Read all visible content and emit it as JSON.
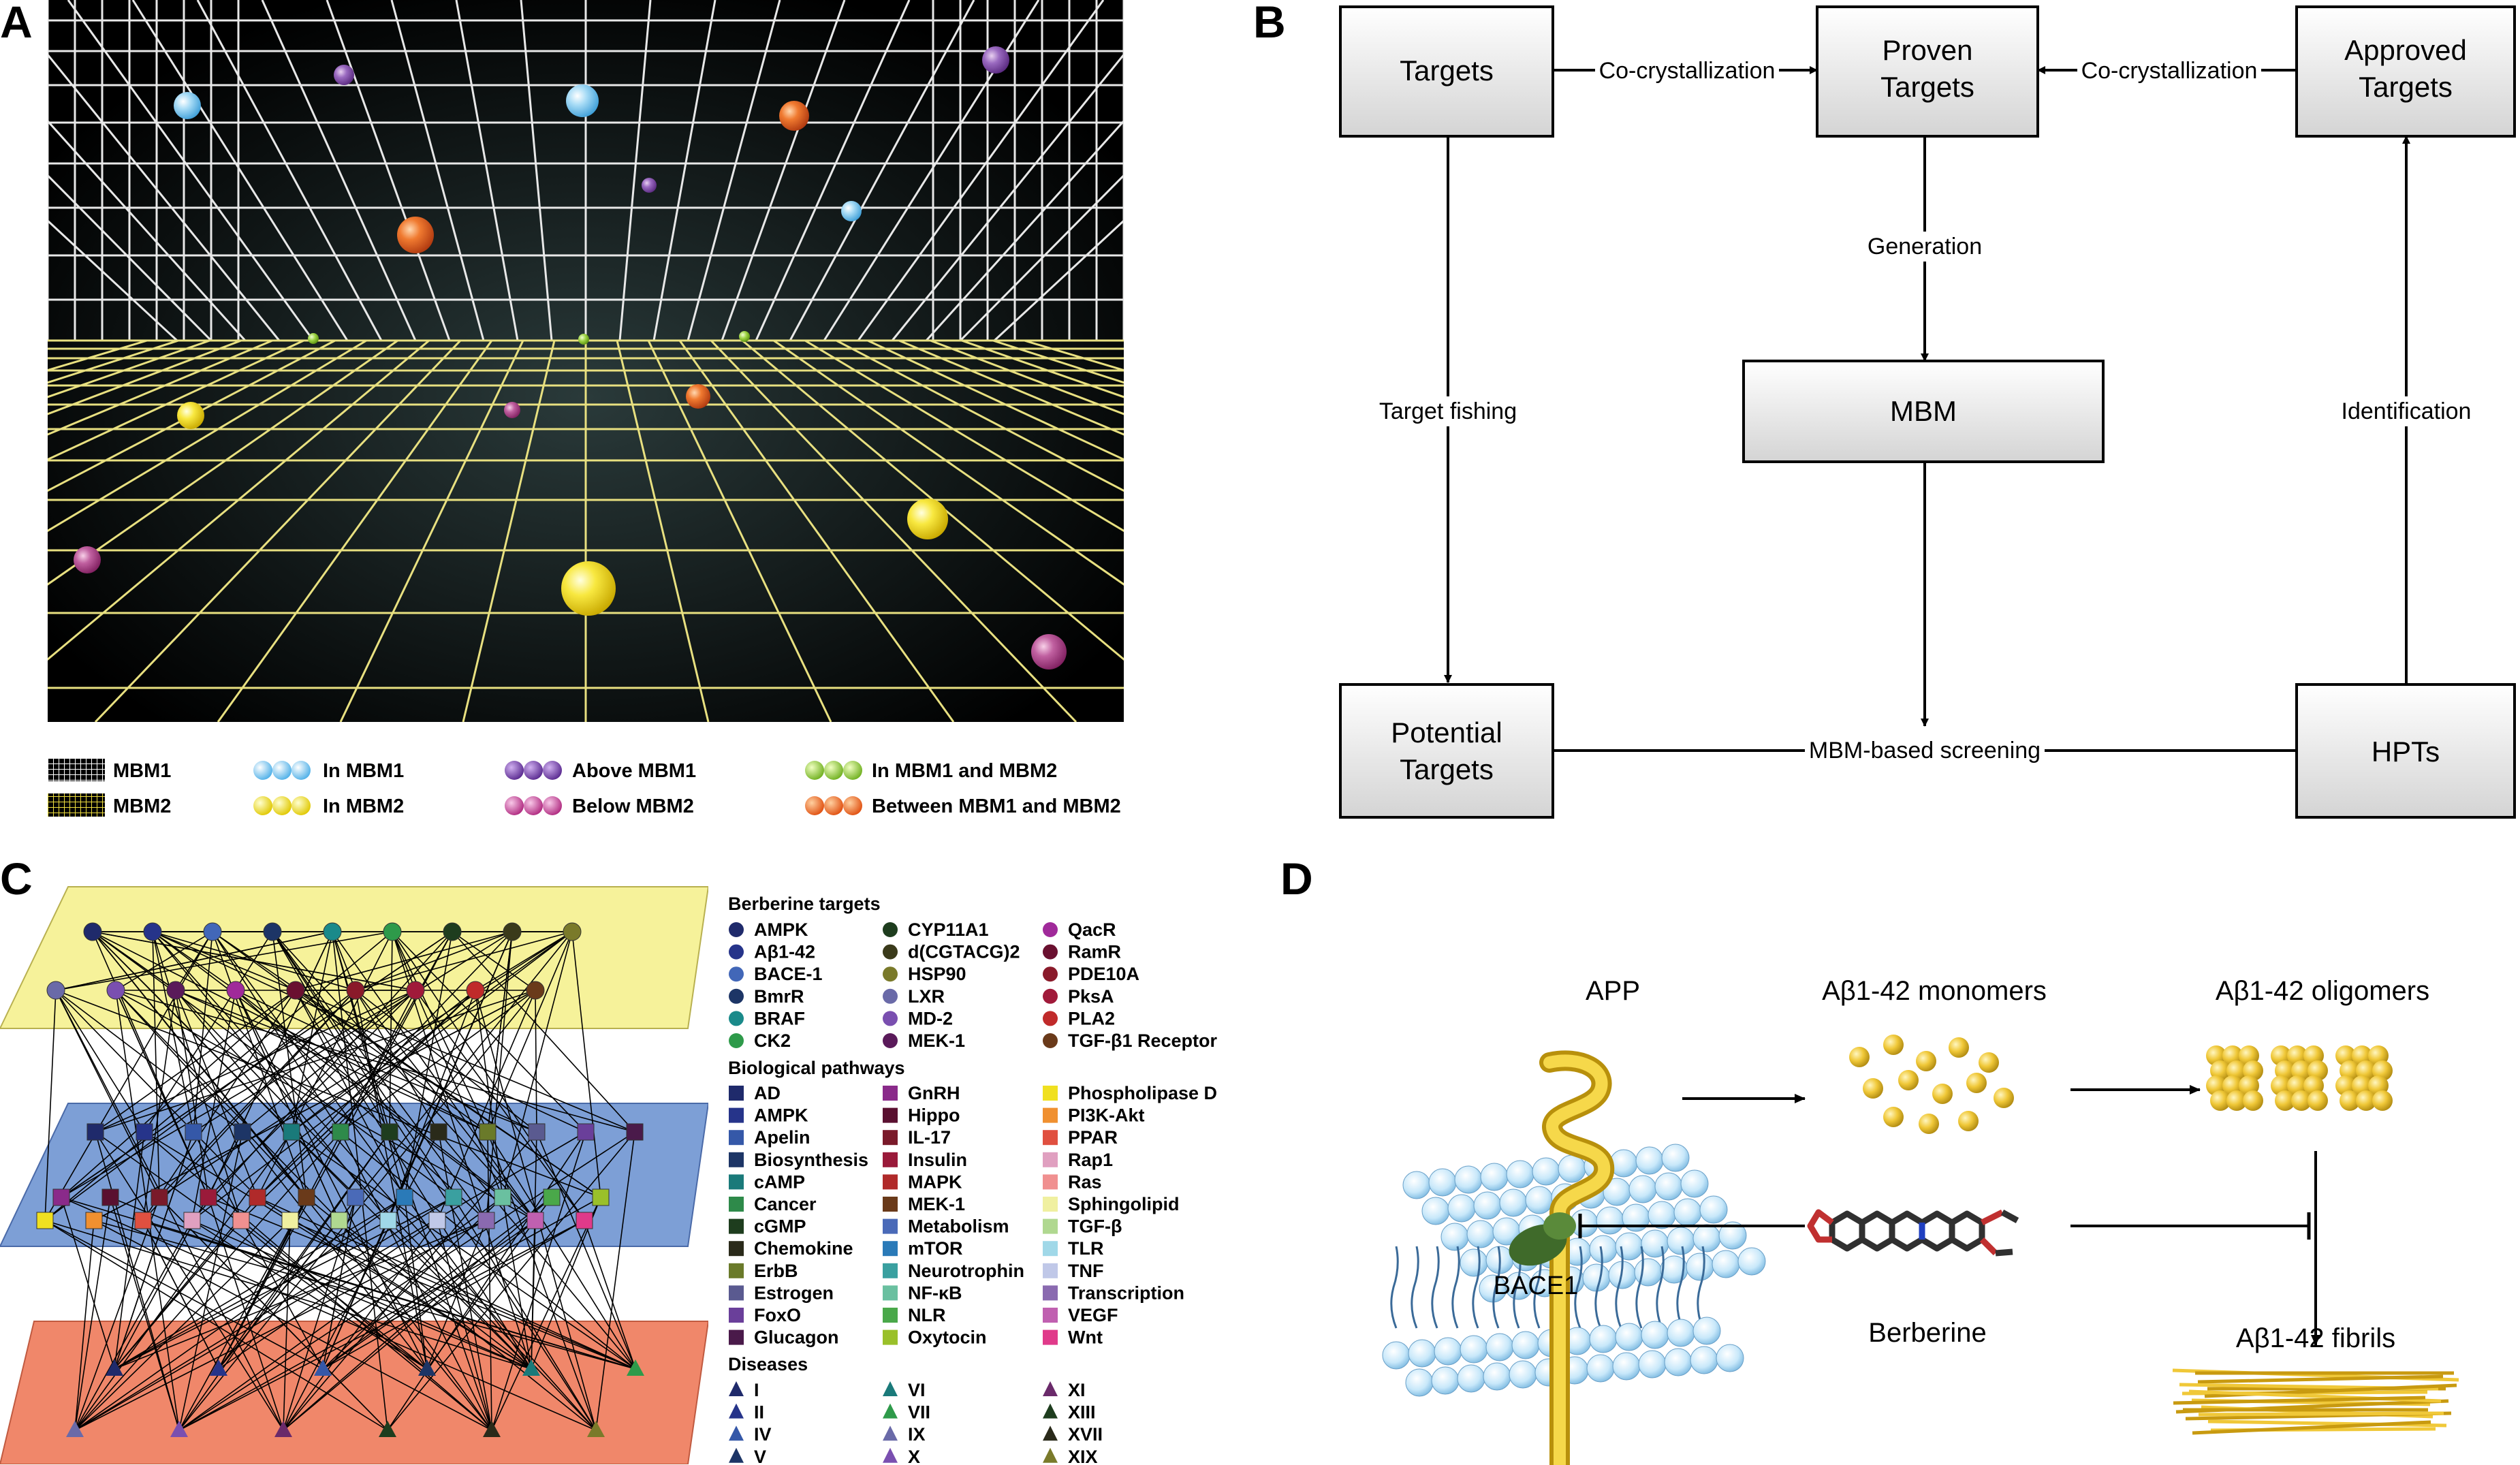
{
  "panels": {
    "a": "A",
    "b": "B",
    "c": "C",
    "d": "D"
  },
  "panel_a": {
    "legend": [
      {
        "label": "MBM1"
      },
      {
        "label": "In MBM1"
      },
      {
        "label": "Above MBM1"
      },
      {
        "label": "In MBM1 and MBM2"
      },
      {
        "label": "MBM2"
      },
      {
        "label": "In MBM2"
      },
      {
        "label": "Below  MBM2"
      },
      {
        "label": "Between MBM1 and MBM2"
      }
    ],
    "colors": {
      "blue": "#8fd0f2",
      "purple": "#8a5cb0",
      "yellow": "#f2e23a",
      "green": "#8fcf3a",
      "magenta": "#c9409a",
      "orange": "#ef6a2a"
    }
  },
  "panel_b": {
    "nodes": {
      "targets": "Targets",
      "proven": "Proven Targets",
      "approved": "Approved Targets",
      "mbm": "MBM",
      "potential": "Potential Targets",
      "hpts": "HPTs"
    },
    "edges": {
      "co1": "Co-crystallization",
      "co2": "Co-crystallization",
      "generation": "Generation",
      "fishing": "Target fishing",
      "identification": "Identification",
      "screening": "MBM-based screening"
    }
  },
  "panel_c": {
    "targets_title": "Berberine targets",
    "targets": [
      {
        "label": "AMPK",
        "color": "#1f2a6b"
      },
      {
        "label": "Aβ1-42",
        "color": "#26348a"
      },
      {
        "label": "BACE-1",
        "color": "#4267b8"
      },
      {
        "label": "BmrR",
        "color": "#1d3566"
      },
      {
        "label": "BRAF",
        "color": "#1a8a8a"
      },
      {
        "label": "CK2",
        "color": "#2e9a4a"
      },
      {
        "label": "CYP11A1",
        "color": "#1e3d1e"
      },
      {
        "label": "d(CGTACG)2",
        "color": "#3a3a1a"
      },
      {
        "label": "HSP90",
        "color": "#7a7a2a"
      },
      {
        "label": "LXR",
        "color": "#6a6aa8"
      },
      {
        "label": "MD-2",
        "color": "#7a4fb0"
      },
      {
        "label": "MEK-1",
        "color": "#5a1a5a"
      },
      {
        "label": "QacR",
        "color": "#a02a9a"
      },
      {
        "label": "RamR",
        "color": "#6a1030"
      },
      {
        "label": "PDE10A",
        "color": "#8a1a2a"
      },
      {
        "label": "PksA",
        "color": "#a01a3a"
      },
      {
        "label": "PLA2",
        "color": "#c02a2a"
      },
      {
        "label": "TGF-β1 Receptor",
        "color": "#6a3a1a"
      }
    ],
    "pathways_title": "Biological pathways",
    "pathways": [
      {
        "label": "AD",
        "color": "#1f2a6b"
      },
      {
        "label": "AMPK",
        "color": "#26348a"
      },
      {
        "label": "Apelin",
        "color": "#3558a8"
      },
      {
        "label": "Biosynthesis",
        "color": "#1d3566"
      },
      {
        "label": "cAMP",
        "color": "#1a7a7a"
      },
      {
        "label": "Cancer",
        "color": "#2e8a4a"
      },
      {
        "label": "cGMP",
        "color": "#1e3d1e"
      },
      {
        "label": "Chemokine",
        "color": "#2a2a1a"
      },
      {
        "label": "ErbB",
        "color": "#6a7a2a"
      },
      {
        "label": "Estrogen",
        "color": "#5a5a90"
      },
      {
        "label": "FoxO",
        "color": "#6a3f9a"
      },
      {
        "label": "Glucagon",
        "color": "#4a1a4a"
      },
      {
        "label": "GnRH",
        "color": "#8a2a8a"
      },
      {
        "label": "Hippo",
        "color": "#5a1030"
      },
      {
        "label": "IL-17",
        "color": "#7a1a2a"
      },
      {
        "label": "Insulin",
        "color": "#9a1a3a"
      },
      {
        "label": "MAPK",
        "color": "#b02a2a"
      },
      {
        "label": "MEK-1",
        "color": "#6a3a1a"
      },
      {
        "label": "Metabolism",
        "color": "#4a6ab8"
      },
      {
        "label": "mTOR",
        "color": "#2a7ab8"
      },
      {
        "label": "Neurotrophin",
        "color": "#3aa0a0"
      },
      {
        "label": "NF-κB",
        "color": "#6ac0a0"
      },
      {
        "label": "NLR",
        "color": "#4aa84a"
      },
      {
        "label": "Oxytocin",
        "color": "#9ac02a"
      },
      {
        "label": "Phospholipase D",
        "color": "#f0e020"
      },
      {
        "label": "PI3K-Akt",
        "color": "#f09030"
      },
      {
        "label": "PPAR",
        "color": "#e05040"
      },
      {
        "label": "Rap1",
        "color": "#e0a0c0"
      },
      {
        "label": "Ras",
        "color": "#f09090"
      },
      {
        "label": "Sphingolipid",
        "color": "#f0f0a0"
      },
      {
        "label": "TGF-β",
        "color": "#b0d890"
      },
      {
        "label": "TLR",
        "color": "#a0d8e8"
      },
      {
        "label": "TNF",
        "color": "#c0c8e8"
      },
      {
        "label": "Transcription",
        "color": "#8a6ab0"
      },
      {
        "label": "VEGF",
        "color": "#c060b0"
      },
      {
        "label": "Wnt",
        "color": "#e03a8a"
      }
    ],
    "diseases_title": "Diseases",
    "diseases": [
      {
        "label": "I",
        "color": "#1f2a6b"
      },
      {
        "label": "II",
        "color": "#26348a"
      },
      {
        "label": "IV",
        "color": "#3558a8"
      },
      {
        "label": "V",
        "color": "#1d3566"
      },
      {
        "label": "VI",
        "color": "#1a7a7a"
      },
      {
        "label": "VII",
        "color": "#2e9a4a"
      },
      {
        "label": "IX",
        "color": "#6a6aa8"
      },
      {
        "label": "X",
        "color": "#7a4fb0"
      },
      {
        "label": "XI",
        "color": "#6a2a6a"
      },
      {
        "label": "XIII",
        "color": "#1e3d1e"
      },
      {
        "label": "XVII",
        "color": "#2a2a1a"
      },
      {
        "label": "XIX",
        "color": "#7a7a2a"
      }
    ]
  },
  "panel_d": {
    "app": "APP",
    "monomers": "Aβ1-42 monomers",
    "oligomers": "Aβ1-42 oligomers",
    "fibrils": "Aβ1-42 fibrils",
    "bace": "BACE1",
    "berberine": "Berberine"
  }
}
